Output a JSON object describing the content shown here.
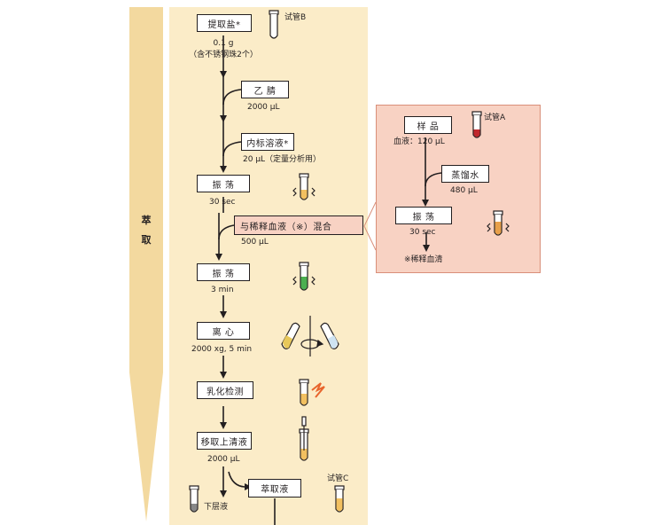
{
  "side_label": {
    "line1": "萃",
    "line2": "取"
  },
  "steps": {
    "extract_salt": {
      "label": "提取盐*",
      "note1": "0.1 g",
      "note2": "（含不锈钢珠2个）"
    },
    "tube_b": "试管B",
    "acetonitrile": {
      "label": "乙 腈",
      "note": "2000 μL"
    },
    "internal_std": {
      "label": "内标溶液*",
      "note": "20 μL（定量分析用）"
    },
    "shake1": {
      "label": "振 荡",
      "note": "30 sec"
    },
    "mix": {
      "label": "与稀释血液（※）混合",
      "note": "500 μL"
    },
    "shake2": {
      "label": "振 荡",
      "note": "3 min"
    },
    "centrifuge": {
      "label": "离 心",
      "note": "2000 xg, 5 min"
    },
    "emulsion": {
      "label": "乳化检测"
    },
    "supernatant": {
      "label": "移取上清液",
      "note": "2000 μL"
    },
    "lower_layer": "下层液",
    "extract": {
      "label": "萃取液"
    },
    "tube_c": "试管C"
  },
  "side_panel": {
    "sample": {
      "label": "样 品",
      "note": "血液：120 μL"
    },
    "tube_a": "试管A",
    "water": {
      "label": "蒸馏水",
      "note": "480 μL"
    },
    "shake": {
      "label": "振 荡",
      "note": "30 sec"
    },
    "diluted": "※稀释血清"
  },
  "colors": {
    "panel_main": "#fbecc8",
    "panel_side": "#f8d2c3",
    "arrow_side": "#f3d99f",
    "blood": "#c0282d",
    "green": "#4caf50",
    "orange": "#e8a04a",
    "yellow": "#f2c060",
    "lightning": "#e8642c"
  }
}
